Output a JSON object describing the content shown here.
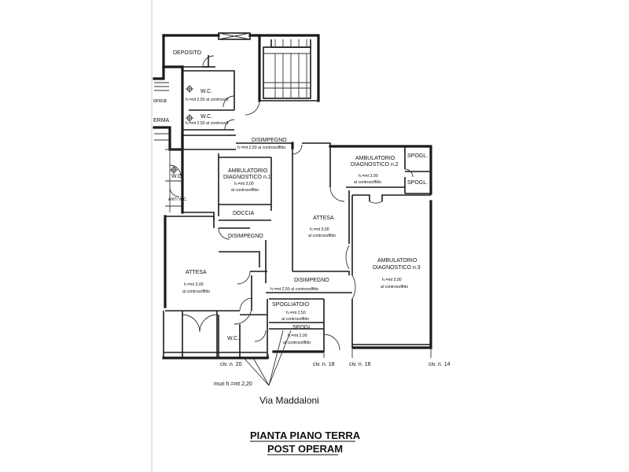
{
  "rooms": {
    "deposito": "DEPOSITO",
    "wc1_name": "W.C.",
    "wc1_note": "h.=mt 2,50 al controsoff.",
    "wc2_name": "W.C.",
    "wc2_note": "h.=mt 2,50 al controsoff.",
    "left_cut1": "onica",
    "left_cut2": "ERMA",
    "disimpegno_top": "DISIMPEGNO",
    "disimpegno_top_note": "h.=mt 2,50 al controsoffitto",
    "amb1_line1": "AMBULATORIO",
    "amb1_line2": "DIAGNOSTICO n.1",
    "amb1_note1": "h.=mt 3,00",
    "amb1_note2": "al controsoffitto",
    "amb2_line1": "AMBULATORIO",
    "amb2_line2": "DIAGNOSTICO n.2",
    "amb2_note1": "h.=mt 3,00",
    "amb2_note2": "al controsoffitto",
    "spogl_top": "SPOGL.",
    "spogl_mid": "SPOGL.",
    "wc_small": "W.C.",
    "anti_wc": "ANTI W.C.",
    "doccia": "DOCCIA",
    "disimpegno_mid": "DISIMPEGNO",
    "attesa_right": "ATTESA",
    "attesa_right_note1": "h.=mt 3,00",
    "attesa_right_note2": "al controsoffitto",
    "amb3_line1": "AMBULATORIO",
    "amb3_line2": "DIAGNOSTICO n.3",
    "amb3_note1": "h.=mt 3,00",
    "amb3_note2": "al controsoffitto",
    "attesa_left": "ATTESA",
    "attesa_left_note1": "h.=mt 3,00",
    "attesa_left_note2": "al controsoffitto",
    "disimpegno_low": "DISIMPEGNO",
    "disimpegno_low_note": "h.=mt 2,50 al controsoffitto",
    "spogliatoio": "SPOGLIATOIO",
    "spogliatoio_note1": "h.=mt 2,50",
    "spogliatoio_note2": "al controsoffitto",
    "spogl_low": "SPOGL.",
    "spogl_low_note1": "h.=mt 2,00",
    "spogl_low_note2": "al controsoffitto",
    "wc_bottom": "W.C."
  },
  "civici": {
    "c20": "civ. n. 20",
    "c18": "civ. n. 18",
    "c16": "civ. n. 16",
    "c14": "civ. n. 14"
  },
  "muri_note": "muri h.=mt 2,20",
  "street": "Via Maddaloni",
  "title_line1": "PIANTA PIANO TERRA",
  "title_line2": "POST OPERAM"
}
